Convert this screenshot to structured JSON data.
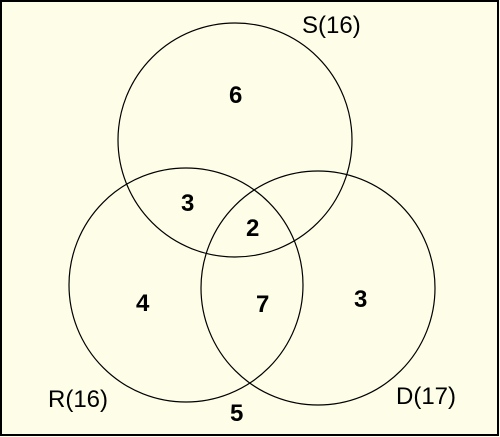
{
  "sets": {
    "S": {
      "label": "S(16)"
    },
    "R": {
      "label": "R(16)"
    },
    "D": {
      "label": "D(17)"
    }
  },
  "regions": {
    "s_only": "6",
    "s_and_r": "3",
    "s_r_d": "2",
    "r_only": "4",
    "r_and_d": "7",
    "d_only": "3",
    "outside": "5"
  },
  "colors": {
    "background": "#fdfde8",
    "stroke": "#000000",
    "text": "#000000"
  }
}
